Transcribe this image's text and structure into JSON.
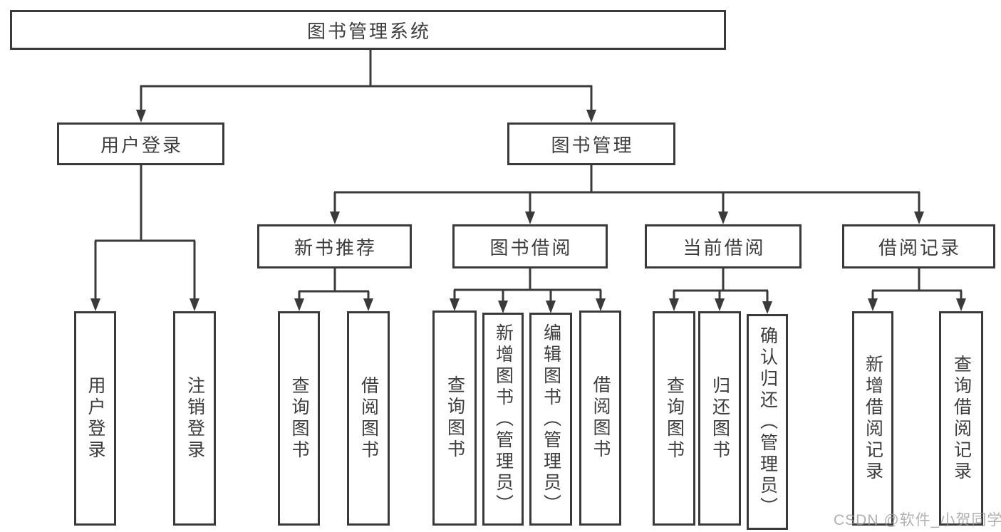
{
  "colors": {
    "line": "#3a3a3a",
    "box_border": "#3a3a3a",
    "text": "#3d3d3d",
    "watermark": "#969696",
    "background": "#ffffff"
  },
  "diagram": {
    "root": "图书管理系统",
    "branches": [
      "用户登录",
      "图书管理"
    ],
    "modules": [
      "新书推荐",
      "图书借阅",
      "当前借阅",
      "借阅记录"
    ],
    "leaves": {
      "user_login": [
        "用户登录",
        "注销登录"
      ],
      "new_books": [
        "查询图书",
        "借阅图书"
      ],
      "book_borrow": [
        "查询图书",
        "新增图书（管理员）",
        "编辑图书（管理员）",
        "借阅图书"
      ],
      "current_borrow": [
        "查询图书",
        "归还图书",
        "确认归还（管理员）"
      ],
      "borrow_records": [
        "新增借阅记录",
        "查询借阅记录"
      ]
    }
  },
  "watermark": "CSDN @软件_小贺同学"
}
